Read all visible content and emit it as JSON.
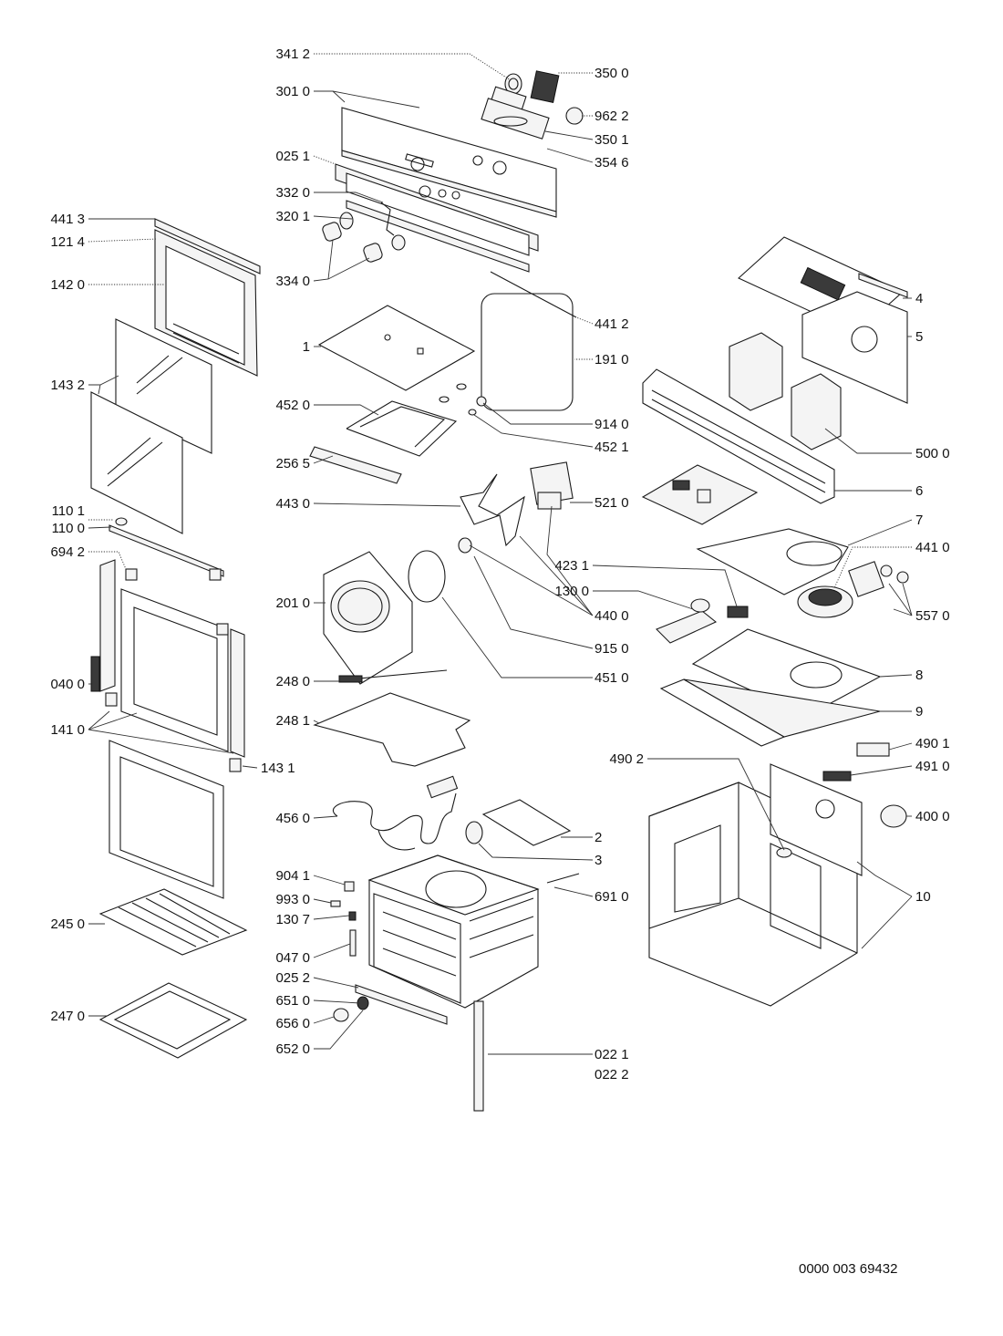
{
  "drawing_number": "0000 003 69432",
  "labels": {
    "L3412": "341 2",
    "L3010": "301 0",
    "L0251": "025 1",
    "L3320": "332 0",
    "L3201": "320 1",
    "L3340": "334 0",
    "L3500": "350 0",
    "L9622": "962 2",
    "L3501": "350 1",
    "L3546": "354 6",
    "L4413": "441 3",
    "L1214": "121 4",
    "L1420": "142 0",
    "L1432": "143 2",
    "L1101": "110 1",
    "L1100": "110 0",
    "L6942": "694 2",
    "L0400": "040 0",
    "L1410": "141 0",
    "L1431": "143 1",
    "L2450": "245 0",
    "L2470": "247 0",
    "L1": "1",
    "L4520": "452 0",
    "L2565": "256 5",
    "L4430": "443 0",
    "L2010": "201 0",
    "L2480": "248 0",
    "L2481": "248 1",
    "L4560": "456 0",
    "L9041": "904 1",
    "L9930": "993 0",
    "L1307": "130 7",
    "L0470": "047 0",
    "L0252": "025 2",
    "L6510": "651 0",
    "L6560": "656 0",
    "L6520": "652 0",
    "L4412": "441 2",
    "L1910": "191 0",
    "L9140": "914 0",
    "L4521": "452 1",
    "L5210": "521 0",
    "L4400": "440 0",
    "L9150": "915 0",
    "L4510": "451 0",
    "L4231": "423 1",
    "L1300": "130 0",
    "L2": "2",
    "L3": "3",
    "L6910": "691 0",
    "L0221": "022 1",
    "L0222": "022 2",
    "L4": "4",
    "L5": "5",
    "L5000": "500 0",
    "L6": "6",
    "L7": "7",
    "L4410": "441 0",
    "L5570": "557 0",
    "L8": "8",
    "L9": "9",
    "L4901": "490 1",
    "L4910": "491 0",
    "L4902": "490 2",
    "L4000": "400 0",
    "L10": "10"
  }
}
